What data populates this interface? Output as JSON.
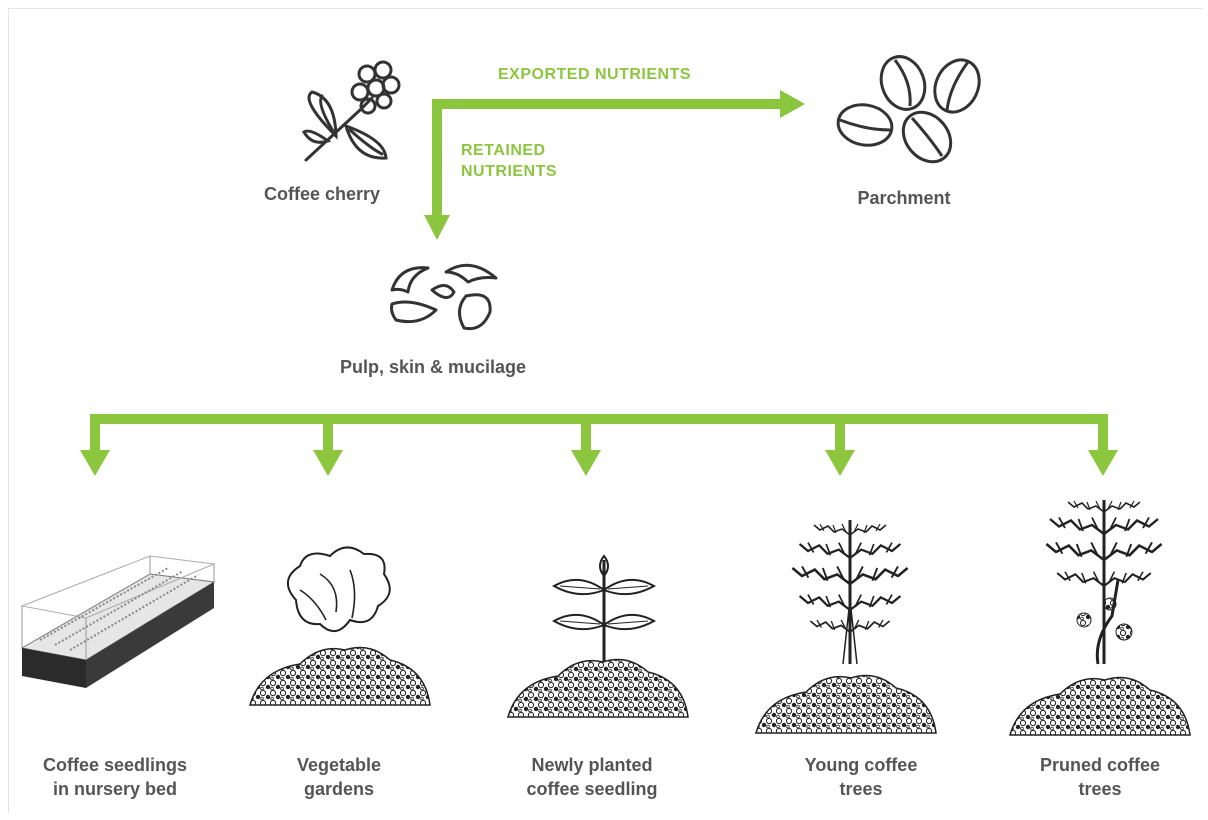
{
  "flow": {
    "exported": "EXPORTED NUTRIENTS",
    "retained_line1": "RETAINED",
    "retained_line2": "NUTRIENTS"
  },
  "top_items": {
    "cherry": "Coffee cherry",
    "parchment": "Parchment",
    "pulp": "Pulp, skin & mucilage"
  },
  "destinations": [
    {
      "line1": "Coffee seedlings",
      "line2": "in nursery bed",
      "icon": "nursery-bed-icon"
    },
    {
      "line1": "Vegetable",
      "line2": "gardens",
      "icon": "vegetable-icon"
    },
    {
      "line1": "Newly planted",
      "line2": "coffee seedling",
      "icon": "seedling-icon"
    },
    {
      "line1": "Young coffee",
      "line2": "trees",
      "icon": "young-tree-icon"
    },
    {
      "line1": "Pruned coffee",
      "line2": "trees",
      "icon": "pruned-tree-icon"
    }
  ],
  "colors": {
    "arrow": "#8cc63f",
    "text": "#555555",
    "icon": "#333333"
  }
}
